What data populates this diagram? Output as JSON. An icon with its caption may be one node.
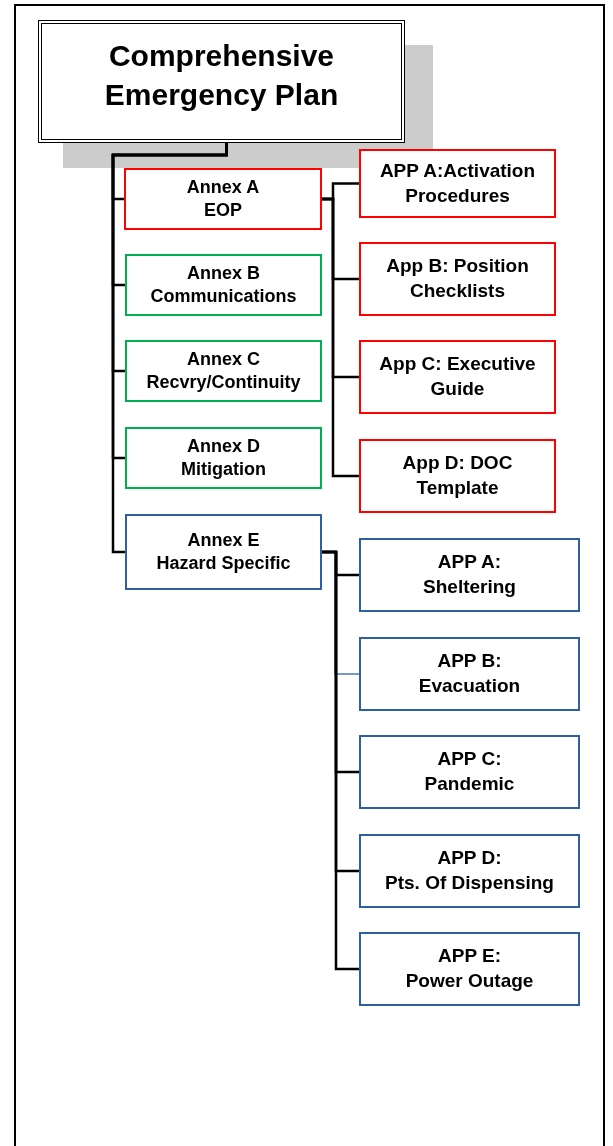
{
  "diagram": {
    "nodes": [
      {
        "text": [
          "Comprehensive Emergency Plan"
        ]
      },
      {
        "text": [
          "Annex A",
          "EOP"
        ]
      },
      {
        "text": [
          "Annex B",
          "Communications"
        ]
      },
      {
        "text": [
          "Annex C",
          "Recvry/Continuity"
        ]
      },
      {
        "text": [
          "Annex D",
          "Mitigation"
        ]
      },
      {
        "text": [
          "Annex E",
          "Hazard Specific"
        ]
      },
      {
        "text": [
          "APP A:Activation Procedures"
        ]
      },
      {
        "text": [
          "App B: Position Checklists"
        ]
      },
      {
        "text": [
          "App C: Executive Guide"
        ]
      },
      {
        "text": [
          "App D: DOC Template"
        ]
      },
      {
        "text": [
          "APP A:",
          "Sheltering"
        ]
      },
      {
        "text": [
          "APP B:",
          "Evacuation"
        ]
      },
      {
        "text": [
          "APP C:",
          "Pandemic"
        ]
      },
      {
        "text": [
          "APP D:",
          "Pts. Of Dispensing"
        ]
      },
      {
        "text": [
          "APP E:",
          "Power Outage"
        ]
      }
    ],
    "edges": [
      {
        "from": 0,
        "to": 1,
        "arrow": "none"
      },
      {
        "from": 0,
        "to": 2,
        "arrow": "none"
      },
      {
        "from": 0,
        "to": 3,
        "arrow": "none"
      },
      {
        "from": 0,
        "to": 4,
        "arrow": "none"
      },
      {
        "from": 0,
        "to": 5,
        "arrow": "none"
      },
      {
        "from": 1,
        "to": 6,
        "arrow": "none"
      },
      {
        "from": 1,
        "to": 7,
        "arrow": "none"
      },
      {
        "from": 1,
        "to": 8,
        "arrow": "none"
      },
      {
        "from": 1,
        "to": 9,
        "arrow": "none"
      },
      {
        "from": 5,
        "to": 10,
        "arrow": "none"
      },
      {
        "from": 5,
        "to": 11,
        "arrow": "none",
        "color": "#4a78c0"
      },
      {
        "from": 5,
        "to": 12,
        "arrow": "none"
      },
      {
        "from": 5,
        "to": 13,
        "arrow": "none"
      },
      {
        "from": 5,
        "to": 14,
        "arrow": "none"
      }
    ]
  }
}
